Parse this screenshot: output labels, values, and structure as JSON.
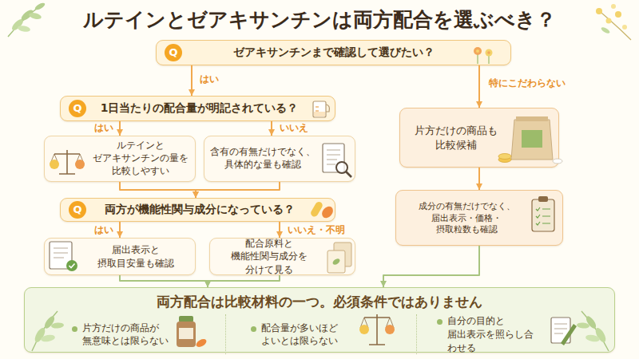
{
  "diagram": {
    "title": "ルテインとゼアキサンチンは両方配合を選ぶべき？",
    "nodes": [
      {
        "text": [
          "Q",
          "ゼアキサンチンまで確認して選びたい？"
        ]
      },
      {
        "text": [
          "Q",
          "1日当たりの配合量が明記されている？"
        ]
      },
      {
        "text": [
          "ルテインと ゼアキサンチンの量を 比較しやすい"
        ]
      },
      {
        "text": [
          "含有の有無だけでなく、 具体的な量も確認"
        ]
      },
      {
        "text": [
          "Q",
          "両方が機能性関与成分になっている？"
        ]
      },
      {
        "text": [
          "届出表示と 摂取目安量も確認"
        ]
      },
      {
        "text": [
          "配合原料と 機能性関与成分を 分けて見る"
        ]
      },
      {
        "text": [
          "片方だけの商品も 比較候補"
        ]
      },
      {
        "text": [
          "成分の有無だけでなく、 届出表示・価格・摂取粒数も確認"
        ]
      },
      {
        "text": [
          "両方配合は比較材料の一つ。必須条件ではありません",
          "片方だけの商品が 無意味とは限らない",
          "配合量が多いほど よいとは限らない",
          "自分の目的と 届出表示を照らし合わせる"
        ]
      }
    ],
    "edges": [
      {
        "from": 0,
        "to": 1,
        "label": "はい",
        "arrow": "to"
      },
      {
        "from": 0,
        "to": 7,
        "label": "特にこだわらない",
        "arrow": "to"
      },
      {
        "from": 1,
        "to": 2,
        "label": "はい",
        "arrow": "to"
      },
      {
        "from": 1,
        "to": 3,
        "label": "いいえ",
        "arrow": "to"
      },
      {
        "from": 2,
        "to": 4,
        "arrow": "to"
      },
      {
        "from": 3,
        "to": 4,
        "arrow": "to"
      },
      {
        "from": 4,
        "to": 5,
        "label": "はい",
        "arrow": "to"
      },
      {
        "from": 4,
        "to": 6,
        "label": "いいえ・不明",
        "arrow": "to"
      },
      {
        "from": 5,
        "to": 9,
        "arrow": "to"
      },
      {
        "from": 6,
        "to": 9,
        "arrow": "to"
      },
      {
        "from": 7,
        "to": 8,
        "arrow": "to"
      },
      {
        "from": 8,
        "to": 9,
        "arrow": "to"
      }
    ]
  }
}
